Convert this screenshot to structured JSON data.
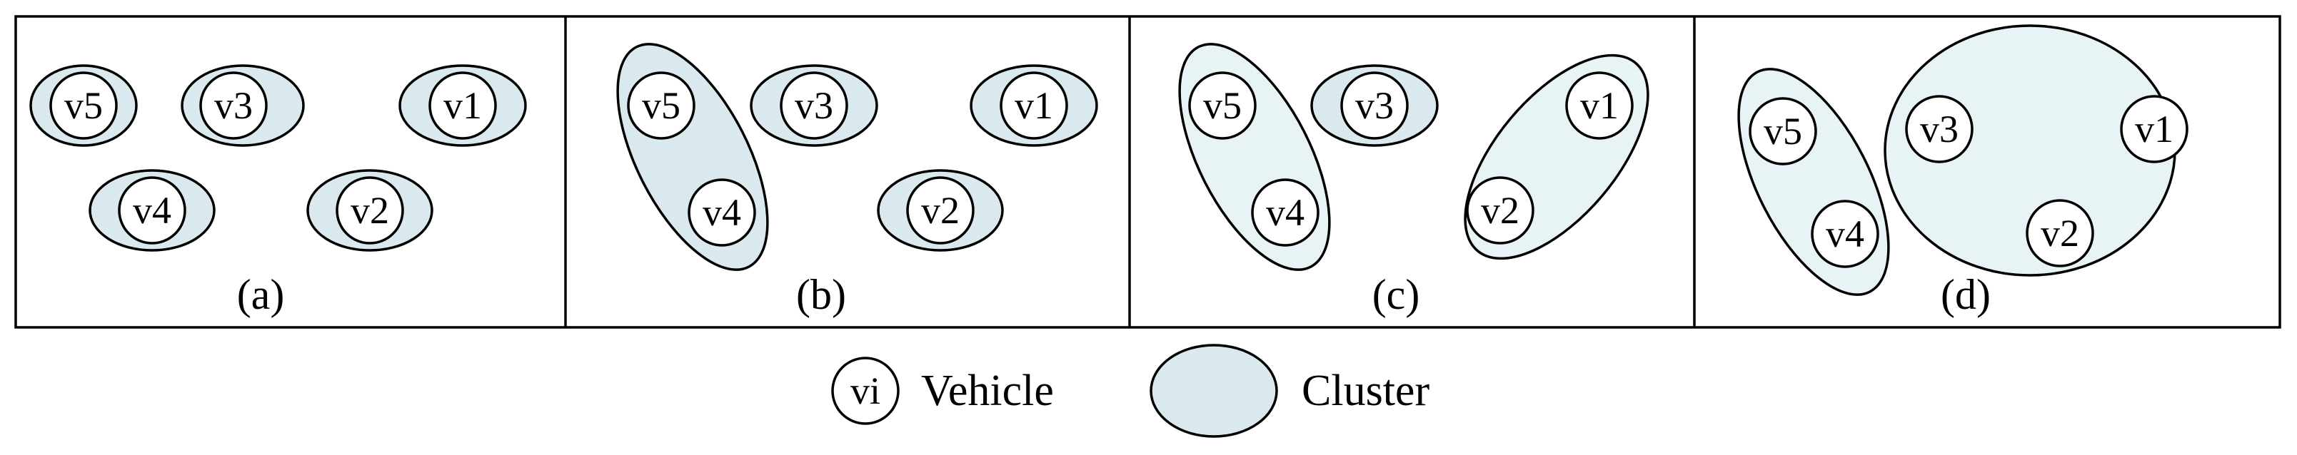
{
  "panels": [
    {
      "label": "(a)",
      "clusters": [
        {
          "vehicles": [
            "v5"
          ]
        },
        {
          "vehicles": [
            "v3"
          ]
        },
        {
          "vehicles": [
            "v1"
          ]
        },
        {
          "vehicles": [
            "v4"
          ]
        },
        {
          "vehicles": [
            "v2"
          ]
        }
      ],
      "vehicles": [
        "v5",
        "v3",
        "v1",
        "v4",
        "v2"
      ]
    },
    {
      "label": "(b)",
      "clusters": [
        {
          "vehicles": [
            "v5",
            "v4"
          ]
        },
        {
          "vehicles": [
            "v3"
          ]
        },
        {
          "vehicles": [
            "v1"
          ]
        },
        {
          "vehicles": [
            "v2"
          ]
        }
      ],
      "vehicles": [
        "v5",
        "v3",
        "v1",
        "v4",
        "v2"
      ]
    },
    {
      "label": "(c)",
      "clusters": [
        {
          "vehicles": [
            "v5",
            "v4"
          ]
        },
        {
          "vehicles": [
            "v3"
          ]
        },
        {
          "vehicles": [
            "v1",
            "v2"
          ]
        }
      ],
      "vehicles": [
        "v5",
        "v3",
        "v1",
        "v4",
        "v2"
      ]
    },
    {
      "label": "(d)",
      "clusters": [
        {
          "vehicles": [
            "v5",
            "v4"
          ]
        },
        {
          "vehicles": [
            "v3",
            "v1",
            "v2"
          ]
        }
      ],
      "vehicles": [
        "v5",
        "v3",
        "v1",
        "v4",
        "v2"
      ]
    }
  ],
  "legend": {
    "vehicle_symbol": "vi",
    "vehicle_label": "Vehicle",
    "cluster_label": "Cluster"
  },
  "colors": {
    "cluster_fill_single": "#d9e9ee",
    "cluster_fill_multi": "#e8f3f6",
    "cluster_fill_b_pair": "#d9e9ee",
    "vehicle_fill": "#ffffff",
    "stroke": "#000000"
  }
}
